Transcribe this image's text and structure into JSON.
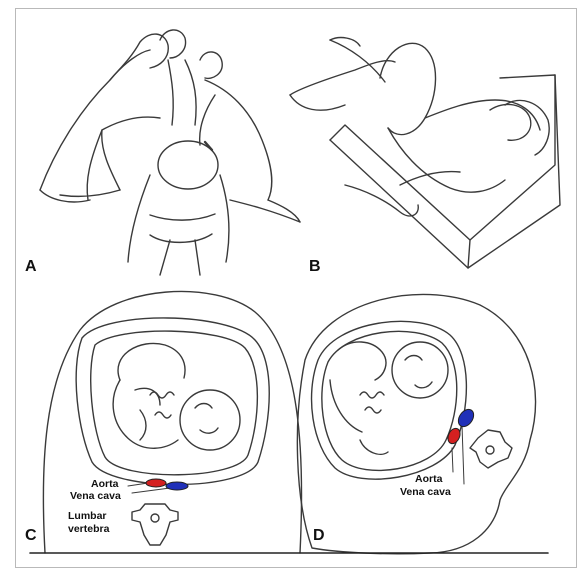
{
  "panels": [
    {
      "id": "A",
      "letter": "A"
    },
    {
      "id": "B",
      "letter": "B"
    },
    {
      "id": "C",
      "letter": "C",
      "labels": [
        "Aorta",
        "Vena cava",
        "Lumbar",
        "vertebra"
      ]
    },
    {
      "id": "D",
      "letter": "D",
      "labels": [
        "Aorta",
        "Vena cava"
      ]
    }
  ],
  "colors": {
    "aorta": "#d42020",
    "vena_cava": "#2030b8",
    "line": "#3a3a3a",
    "frame": "#b9b9b9"
  }
}
